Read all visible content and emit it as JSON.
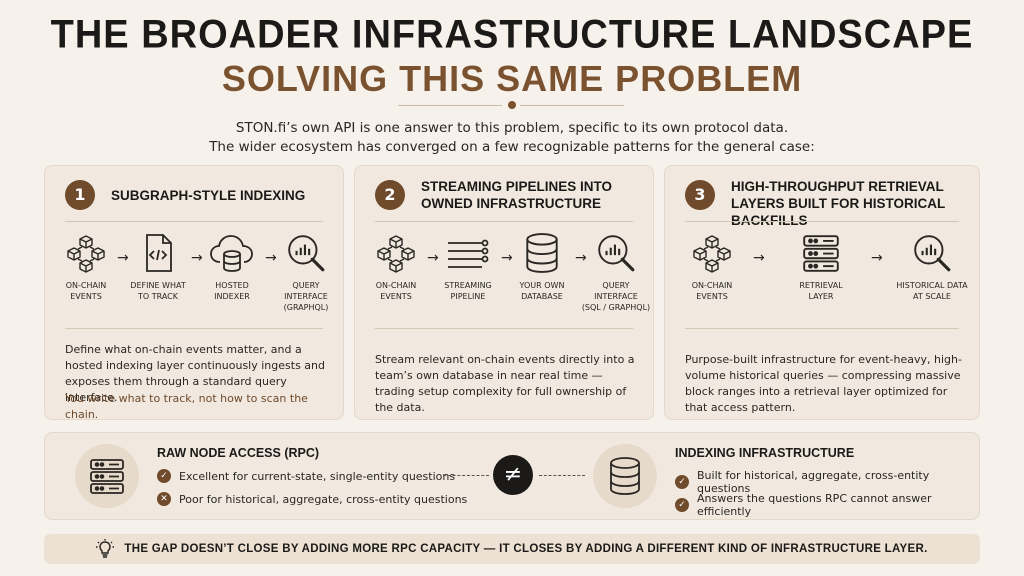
{
  "header": {
    "title_line1": "THE BROADER INFRASTRUCTURE LANDSCAPE",
    "title_line2": "SOLVING THIS SAME PROBLEM",
    "intro_line1": "STON.fi’s own API is one answer to this problem, specific to its own protocol data.",
    "intro_line2": "The wider ecosystem has converged on a few recognizable patterns for the general case:"
  },
  "cards": [
    {
      "number": "1",
      "title": "SUBGRAPH-STYLE INDEXING",
      "steps": [
        {
          "icon": "blockchain-cubes-icon",
          "label_line1": "ON-CHAIN",
          "label_line2": "EVENTS"
        },
        {
          "icon": "code-file-icon",
          "label_line1": "DEFINE WHAT",
          "label_line2": "TO TRACK"
        },
        {
          "icon": "cloud-database-icon",
          "label_line1": "HOSTED",
          "label_line2": "INDEXER"
        },
        {
          "icon": "magnifier-chart-icon",
          "label_line1": "QUERY INTERFACE",
          "label_line2": "(GRAPHQL)"
        }
      ],
      "description": "Define what on-chain events matter, and a hosted indexing layer continuously ingests and exposes them through a standard query interface.",
      "emphasis": "You write what to track, not how to scan the chain."
    },
    {
      "number": "2",
      "title": "STREAMING PIPELINES INTO OWNED INFRASTRUCTURE",
      "steps": [
        {
          "icon": "blockchain-cubes-icon",
          "label_line1": "ON-CHAIN",
          "label_line2": "EVENTS"
        },
        {
          "icon": "streaming-lines-icon",
          "label_line1": "STREAMING",
          "label_line2": "PIPELINE"
        },
        {
          "icon": "database-icon",
          "label_line1": "YOUR OWN",
          "label_line2": "DATABASE"
        },
        {
          "icon": "magnifier-chart-icon",
          "label_line1": "QUERY INTERFACE",
          "label_line2": "(SQL / GRAPHQL)"
        }
      ],
      "description": "Stream relevant on-chain events directly into a team’s own database in near real time — trading setup complexity for full ownership of the data."
    },
    {
      "number": "3",
      "title": "HIGH-THROUGHPUT RETRIEVAL LAYERS BUILT FOR HISTORICAL BACKFILLS",
      "steps": [
        {
          "icon": "blockchain-cubes-icon",
          "label_line1": "ON-CHAIN",
          "label_line2": "EVENTS"
        },
        {
          "icon": "server-rack-icon",
          "label_line1": "RETRIEVAL",
          "label_line2": "LAYER"
        },
        {
          "icon": "magnifier-chart-icon",
          "label_line1": "HISTORICAL DATA",
          "label_line2": "AT SCALE"
        }
      ],
      "description": "Purpose-built infrastructure for event-heavy, high-volume historical queries — compressing massive block ranges into a retrieval layer optimized for that access pattern."
    }
  ],
  "comparison": {
    "left": {
      "icon": "server-rack-icon",
      "title": "RAW NODE ACCESS (RPC)",
      "points": [
        {
          "mark": "✓",
          "text": "Excellent for current-state, single-entity questions"
        },
        {
          "mark": "✕",
          "text": "Poor for historical, aggregate, cross-entity questions"
        }
      ]
    },
    "symbol": "≠",
    "right": {
      "icon": "database-icon",
      "title": "INDEXING INFRASTRUCTURE",
      "points": [
        {
          "mark": "✓",
          "text": "Built for historical, aggregate, cross-entity questions"
        },
        {
          "mark": "✓",
          "text": "Answers the questions RPC cannot answer efficiently"
        }
      ]
    }
  },
  "footer": {
    "icon": "lightbulb-icon",
    "text": "THE GAP DOESN’T CLOSE BY ADDING MORE RPC CAPACITY — IT CLOSES BY ADDING A DIFFERENT KIND OF INFRASTRUCTURE LAYER."
  },
  "colors": {
    "background": "#f6f1ea",
    "card": "#f1e9df",
    "accent": "#7a5230",
    "badge": "#6f4a2b",
    "ink": "#1c1a18"
  }
}
